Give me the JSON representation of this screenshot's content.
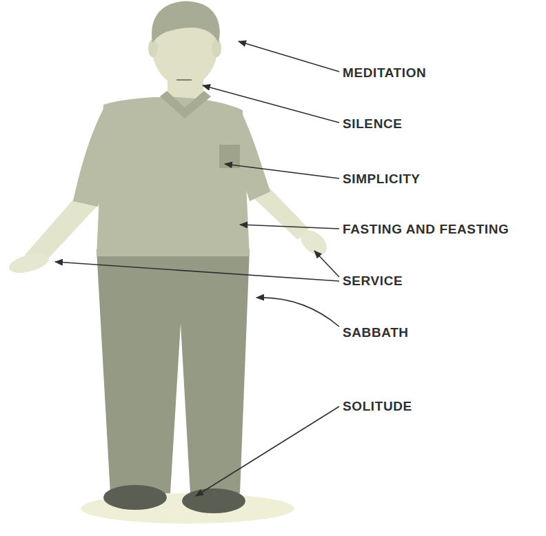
{
  "diagram": {
    "labels": [
      "MEDITATION",
      "SILENCE",
      "SIMPLICITY",
      "FASTING AND FEASTING",
      "SERVICE",
      "SABBATH",
      "SOLITUDE"
    ]
  }
}
